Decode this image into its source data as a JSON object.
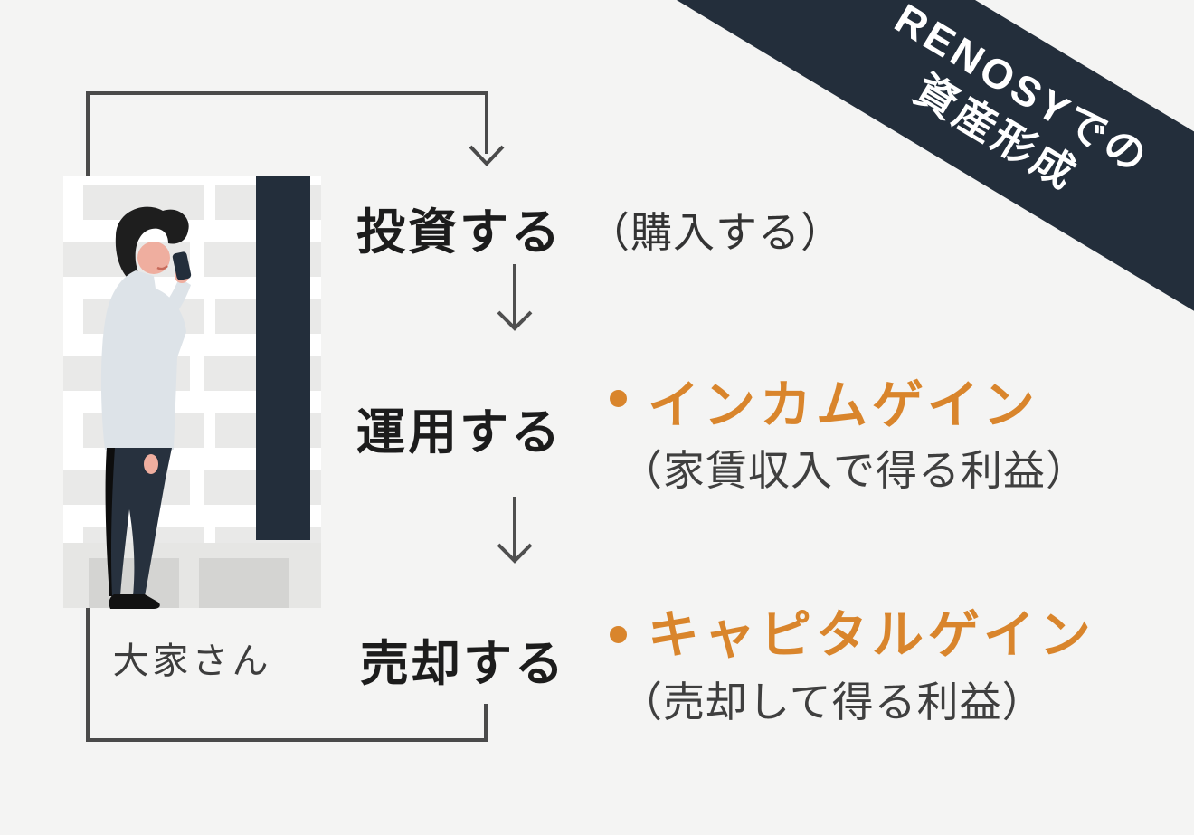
{
  "ribbon": {
    "line1": "RENOSYでの",
    "line2": "資産形成",
    "bg_color": "#232e3b",
    "text_color": "#ffffff"
  },
  "illustration": {
    "caption": "大家さん",
    "depicts": "landlord-looking-at-smartphone-in-front-of-building"
  },
  "flow": {
    "bullet_marker": "・",
    "bullet_color": "#d9852c",
    "steps": [
      {
        "label": "投資する",
        "note": "（購入する）"
      },
      {
        "label": "運用する",
        "bullet": "インカムゲイン",
        "bullet_note": "（家賃収入で得る利益）"
      },
      {
        "label": "売却する",
        "bullet": "キャピタルゲイン",
        "bullet_note": "（売却して得る利益）"
      }
    ]
  },
  "colors": {
    "background": "#f4f4f3",
    "ribbon_bg": "#232e3b",
    "accent_orange": "#d9852c",
    "line_gray": "#4a4a4a",
    "text_black": "#1c1c1c"
  }
}
